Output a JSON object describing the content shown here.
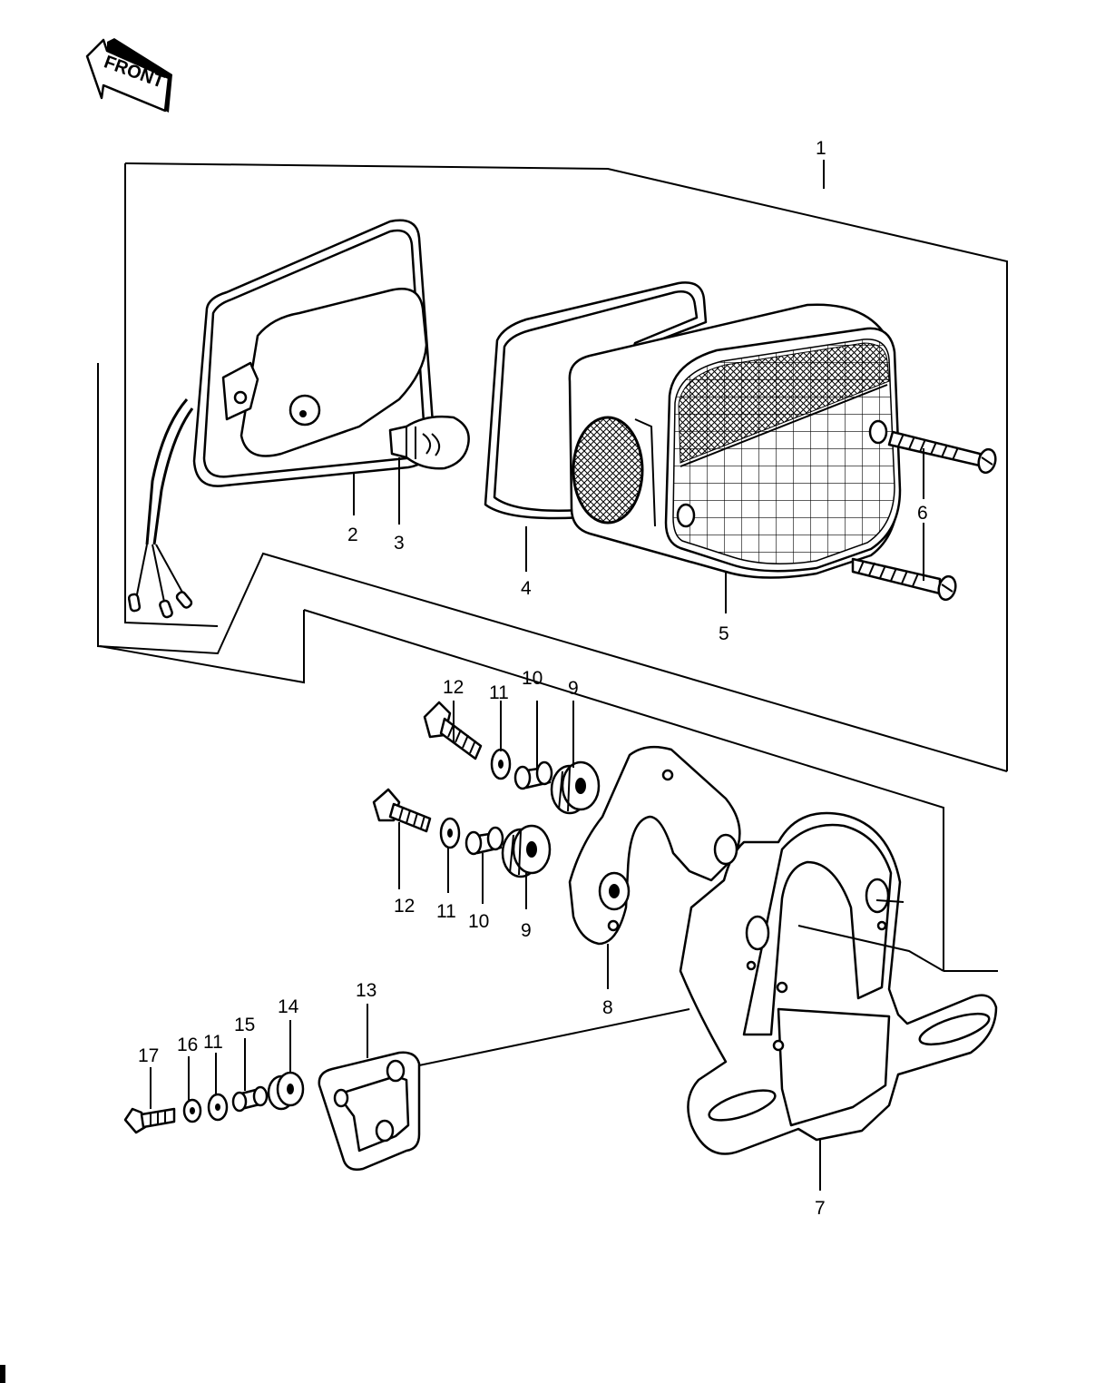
{
  "front_arrow": {
    "label": "FRONT"
  },
  "callouts": {
    "p1": "1",
    "p2": "2",
    "p3": "3",
    "p4": "4",
    "p5": "5",
    "p6": "6",
    "p7": "7",
    "p8": "8",
    "p9a": "9",
    "p9b": "9",
    "p10a": "10",
    "p10b": "10",
    "p11a": "11",
    "p11b": "11",
    "p11c": "11",
    "p12a": "12",
    "p12b": "12",
    "p13": "13",
    "p14": "14",
    "p15": "15",
    "p16": "16",
    "p17": "17"
  }
}
